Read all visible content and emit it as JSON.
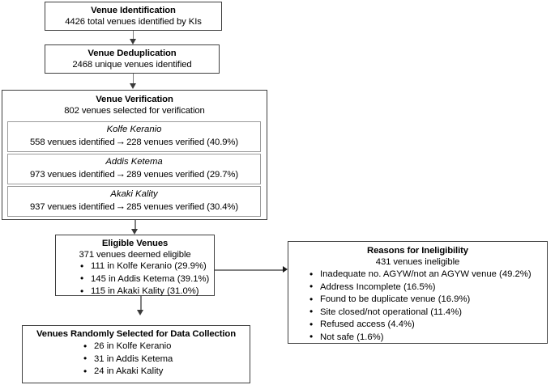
{
  "figure": {
    "type": "flowchart",
    "orientation": "top-to-bottom",
    "arrow_glyph": "→"
  },
  "nodes": {
    "venue_identification": {
      "title": "Venue Identification",
      "line1": "4426 total venues identified by KIs"
    },
    "venue_deduplication": {
      "title": "Venue Deduplication",
      "line1": "2468 unique venues identified"
    },
    "venue_verification": {
      "title": "Venue Verification",
      "line1": "802 venues selected for verification",
      "subregions": [
        {
          "name": "Kolfe Keranio",
          "identified": "558 venues identified",
          "arrow": "→",
          "verified": "228 venues verified (40.9%)"
        },
        {
          "name": "Addis Ketema",
          "identified": "973 venues identified",
          "arrow": "→",
          "verified": "289 venues verified (29.7%)"
        },
        {
          "name": "Akaki Kality",
          "identified": "937 venues identified",
          "arrow": "→",
          "verified": "285 venues verified (30.4%)"
        }
      ]
    },
    "eligible_venues": {
      "title": "Eligible Venues",
      "line1": "371 venues deemed eligible",
      "bullets": [
        "111 in Kolfe Keranio (29.9%)",
        "145 in Addis Ketema (39.1%)",
        "115 in Akaki Kality (31.0%)"
      ]
    },
    "reasons_for_ineligibility": {
      "title": "Reasons for Ineligibility",
      "line1": "431 venues ineligible",
      "bullets": [
        "Inadequate no. AGYW/not an AGYW venue (49.2%)",
        "Address Incomplete (16.5%)",
        "Found to be duplicate venue (16.9%)",
        "Site closed/not operational (11.4%)",
        "Refused access (4.4%)",
        "Not safe (1.6%)"
      ]
    },
    "venues_randomly_selected": {
      "title": "Venues Randomly Selected for Data Collection",
      "bullets": [
        "26 in Kolfe Keranio",
        "31 in Addis Ketema",
        "24 in Akaki Kality"
      ]
    }
  },
  "colors": {
    "box_border": "#3f3f3f",
    "inner_border": "#9b9b9b",
    "connector": "#808080",
    "arrowhead": "#3a3a3a",
    "text": "#000000",
    "background": "#ffffff"
  }
}
